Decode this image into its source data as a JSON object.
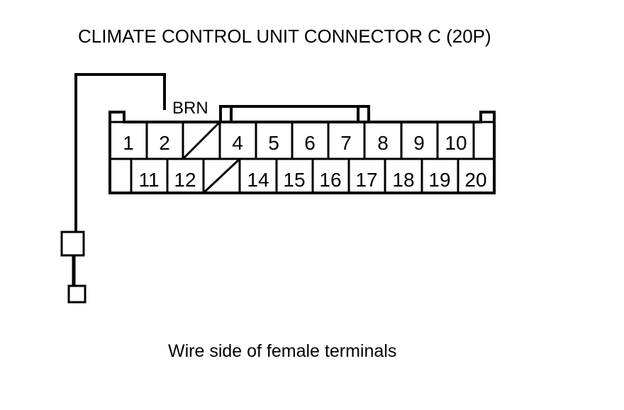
{
  "title": "CLIMATE CONTROL UNIT CONNECTOR C (20P)",
  "caption": "Wire side of female terminals",
  "wire": {
    "label": "BRN",
    "icon_name": "wire-leader-line"
  },
  "connector": {
    "name": "CLIMATE CONTROL UNIT CONNECTOR C",
    "pin_count": "20P",
    "rows": [
      {
        "row_index": 1,
        "cells": [
          {
            "label": "1",
            "type": "pin"
          },
          {
            "label": "2",
            "type": "pin"
          },
          {
            "label": "",
            "type": "blocked"
          },
          {
            "label": "4",
            "type": "pin"
          },
          {
            "label": "5",
            "type": "pin"
          },
          {
            "label": "6",
            "type": "pin"
          },
          {
            "label": "7",
            "type": "pin"
          },
          {
            "label": "8",
            "type": "pin"
          },
          {
            "label": "9",
            "type": "pin"
          },
          {
            "label": "10",
            "type": "pin"
          },
          {
            "label": "",
            "type": "empty"
          }
        ]
      },
      {
        "row_index": 2,
        "cells": [
          {
            "label": "",
            "type": "empty"
          },
          {
            "label": "11",
            "type": "pin"
          },
          {
            "label": "12",
            "type": "pin"
          },
          {
            "label": "",
            "type": "blocked"
          },
          {
            "label": "14",
            "type": "pin"
          },
          {
            "label": "15",
            "type": "pin"
          },
          {
            "label": "16",
            "type": "pin"
          },
          {
            "label": "17",
            "type": "pin"
          },
          {
            "label": "18",
            "type": "pin"
          },
          {
            "label": "19",
            "type": "pin"
          },
          {
            "label": "20",
            "type": "pin"
          }
        ]
      }
    ]
  },
  "terminals": [
    {
      "name": "terminal-symbol-large"
    },
    {
      "name": "terminal-symbol-small"
    }
  ],
  "colors": {
    "ink": "#000000",
    "background": "#ffffff"
  }
}
